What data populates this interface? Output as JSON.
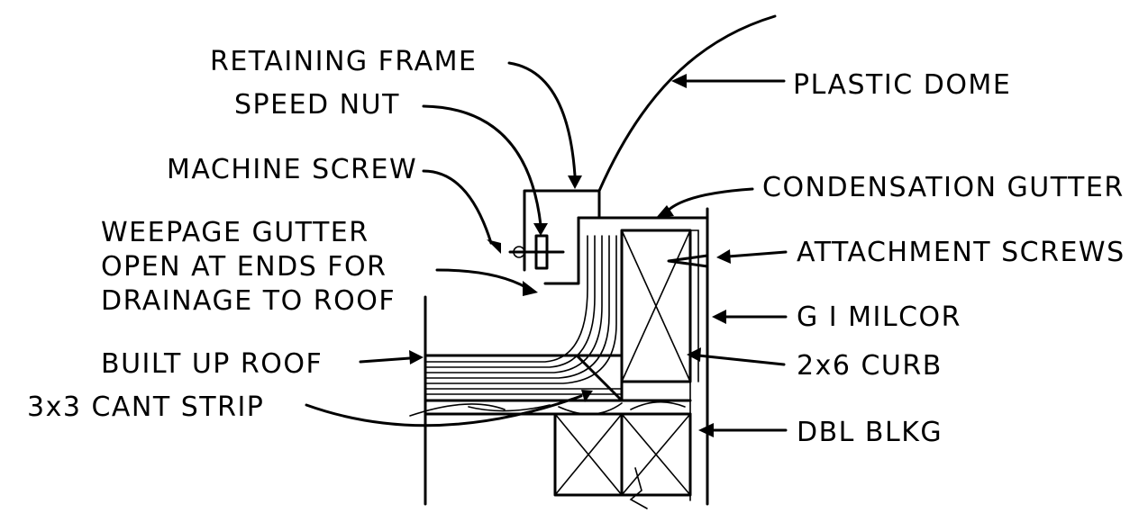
{
  "labels": {
    "retaining_frame": "RETAINING FRAME",
    "speed_nut": "SPEED NUT",
    "machine_screw": "MACHINE SCREW",
    "weepage_line1": "WEEPAGE GUTTER",
    "weepage_line2": "OPEN AT ENDS FOR",
    "weepage_line3": "DRAINAGE TO ROOF",
    "built_up_roof": "BUILT UP ROOF",
    "cant_strip": "3x3 CANT STRIP",
    "plastic_dome": "PLASTIC DOME",
    "condensation_gutter": "CONDENSATION GUTTER",
    "attachment_screws": "ATTACHMENT SCREWS",
    "gi_milcor": "G I  MILCOR",
    "curb": "2x6 CURB",
    "dbl_blkg": "DBL  BLKG"
  }
}
